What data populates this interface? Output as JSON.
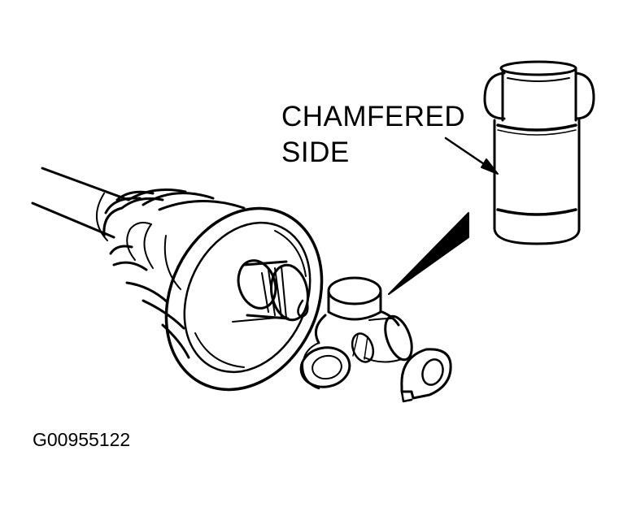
{
  "callout": {
    "line1": "CHAMFERED",
    "line2": "SIDE"
  },
  "figure_id": "G00955122",
  "colors": {
    "ink": "#000000",
    "paper": "#ffffff"
  },
  "parts": [
    "axle-shaft-icon",
    "cv-boot-icon",
    "splined-shaft-icon",
    "tripod-joint-icon",
    "snap-ring-icon",
    "roller-bearing-icon",
    "callout-arrow-icon"
  ]
}
